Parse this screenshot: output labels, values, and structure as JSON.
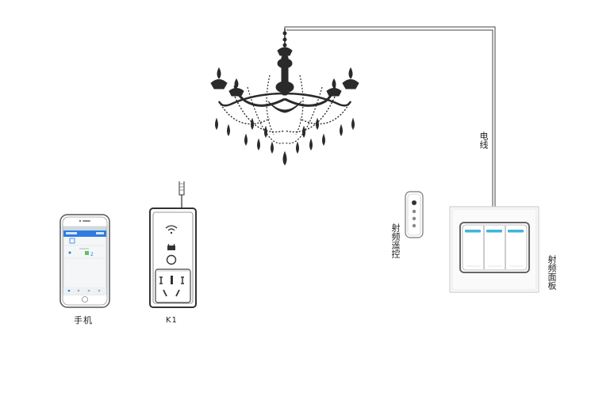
{
  "labels": {
    "phone": "手机",
    "k1": "K1",
    "wire": "电线",
    "remote": "射频遥控",
    "panel": "射频面板"
  },
  "phone_screen": {
    "badge_number": "2"
  },
  "colors": {
    "line": "#333333",
    "chandelier": "#2a2a2a",
    "phone_header": "#2f7de1",
    "panel_button_accent": "#3fb6d8",
    "phone_green": "#5cc45c"
  },
  "icons": [
    "chandelier-icon",
    "smartphone-icon",
    "smart-socket-icon",
    "remote-control-icon",
    "wall-switch-panel-icon"
  ]
}
